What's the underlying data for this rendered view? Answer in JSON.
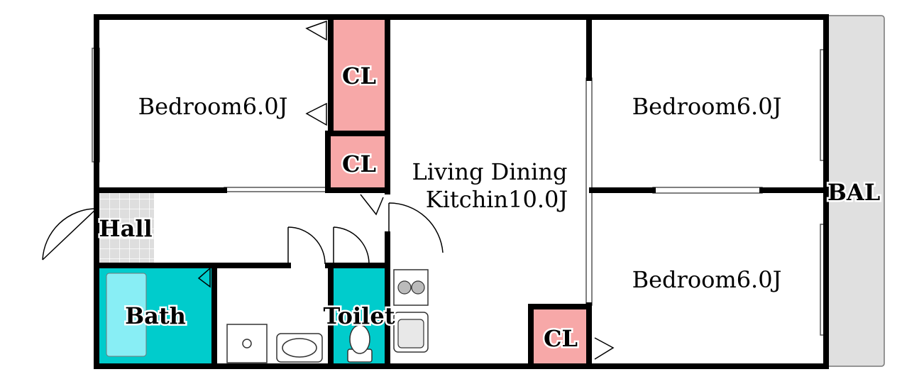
{
  "rooms": {
    "bedroom_nw": {
      "label": "Bedroom6.0J"
    },
    "bedroom_ne": {
      "label": "Bedroom6.0J"
    },
    "bedroom_se": {
      "label": "Bedroom6.0J"
    },
    "ldk": {
      "line1": "Living Dining",
      "line2": "Kitchin10.0J"
    },
    "balcony": {
      "label": "BAL"
    },
    "hall": {
      "label": "Hall"
    },
    "bath": {
      "label": "Bath"
    },
    "toilet": {
      "label": "Toilet"
    },
    "closet_top": {
      "label": "CL"
    },
    "closet_mid": {
      "label": "CL"
    },
    "closet_bottom": {
      "label": "CL"
    }
  },
  "colors": {
    "closet": "#f7a8a8",
    "wet_area": "#00cccc",
    "bathtub": "#88eef5",
    "balcony": "#e0e0e0",
    "hall_tile": "#dedede",
    "wall": "#000000"
  }
}
